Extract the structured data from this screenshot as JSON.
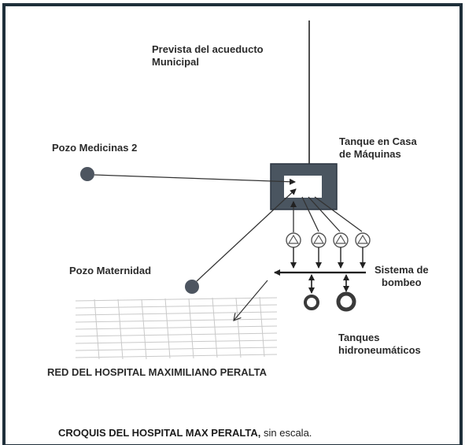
{
  "labels": {
    "aqueduct": "Prevista del acueducto\nMunicipal",
    "tank": "Tanque en Casa\nde Máquinas",
    "well_medicinas": "Pozo Medicinas 2",
    "well_maternidad": "Pozo Maternidad",
    "pumping": "Sistema de\nbombeo",
    "hydro_tanks": "Tanques\nhidroneumáticos",
    "network": "RED DEL HOSPITAL MAXIMILIANO PERALTA",
    "caption_bold": "CROQUIS DEL HOSPITAL MAX PERALTA,",
    "caption_scale": " sin escala."
  },
  "colors": {
    "frame": "#1f2f3a",
    "line": "#333333",
    "tank_fill": "#4a5560",
    "well_fill": "#4d5560",
    "grid": "#c8c8c8"
  },
  "pumps": {
    "count": 4
  },
  "hydro_tanks": {
    "count": 2
  }
}
